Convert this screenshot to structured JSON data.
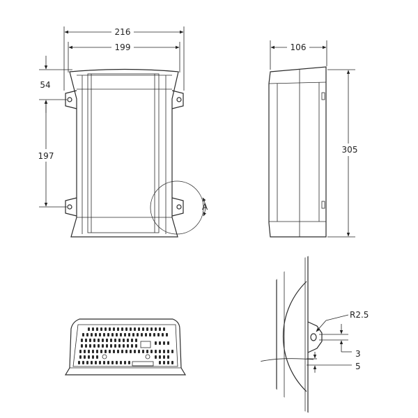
{
  "front_view": {
    "width_overall": "216",
    "width_inner": "199",
    "top_to_mount": "54",
    "mount_spacing": "197",
    "detail_ref": "A"
  },
  "side_view": {
    "depth": "106",
    "height": "305"
  },
  "detail_view": {
    "radius": "R2.5",
    "hole_offset": "3",
    "edge_offset": "5"
  }
}
